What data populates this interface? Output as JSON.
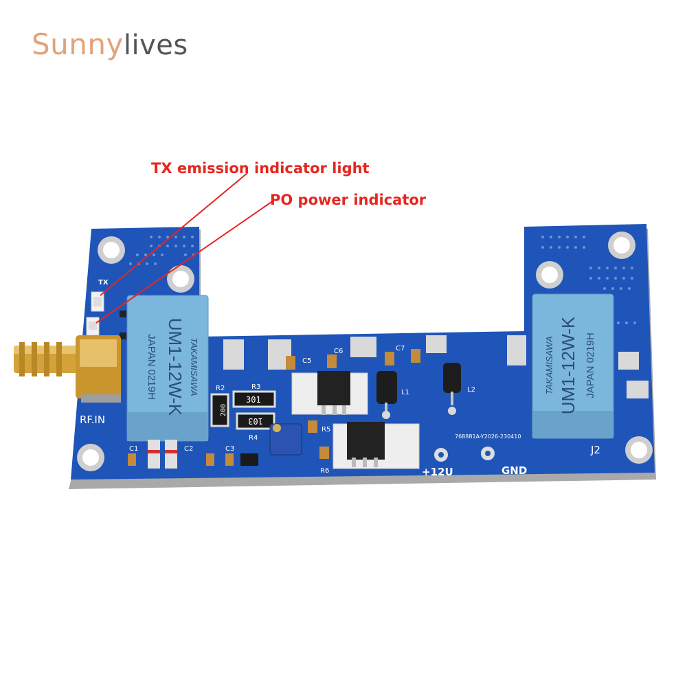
{
  "logo": {
    "part1": "Sunny",
    "part2": "lives"
  },
  "callouts": {
    "tx_label": "TX emission indicator light",
    "po_label": "PO power indicator"
  },
  "board_text": {
    "tx": "TX",
    "rf_in": "RF.IN",
    "j2": "J2",
    "plus12v": "+12U",
    "gnd": "GND",
    "serial": "768881A-Y2026-230410",
    "relay_brand": "TAKAMISAWA",
    "relay_model": "UM1-12W-K",
    "relay_origin": "JAPAN 0219H",
    "r2": "R2",
    "r3": "R3",
    "r4": "R4",
    "r5": "R5",
    "r6": "R6",
    "l1": "L1",
    "l2": "L2",
    "c1": "C1",
    "c2": "C2",
    "c3": "C3",
    "c5": "C5",
    "c6": "C6",
    "c7": "C7",
    "res_301": "301",
    "res_200": "200",
    "res_103": "103"
  },
  "colors": {
    "pcb_blue": "#1f55b8",
    "pcb_edge": "#a9a9a9",
    "relay_blue": "#7bb6dd",
    "sma_gold": "#d4a23a",
    "callout_red": "#e5261f"
  }
}
